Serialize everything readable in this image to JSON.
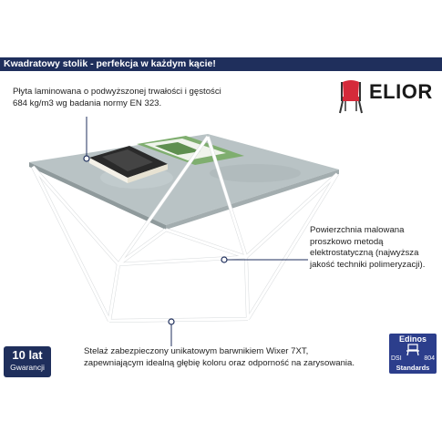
{
  "banner": {
    "title": "Kwadratowy stolik - perfekcja w każdym kącie!"
  },
  "brand": {
    "name": "ELIOR"
  },
  "callouts": {
    "top_material": "Płyta laminowana o podwyższonej trwałości i gęstości 684 kg/m3 wg badania normy EN 323.",
    "painting": "Powierzchnia malowana proszkowo metodą elektrostatyczną (najwyższa jakość techniki polimeryzacji).",
    "frame": "Stelaż zabezpieczony unikatowym barwnikiem Wixer 7XT, zapewniającym idealną głębię koloru oraz odporność na zarysowania."
  },
  "badges": {
    "warranty_main": "10 lat",
    "warranty_sub": "Gwarancji",
    "edinos_title": "Edinos",
    "edinos_dsi": "DSI",
    "edinos_number": "804",
    "edinos_standards": "Standards"
  },
  "colors": {
    "banner": "#1f2f5c",
    "chair_red": "#d42a3a",
    "tabletop": "#b9c3c5",
    "frame": "#ffffff"
  }
}
